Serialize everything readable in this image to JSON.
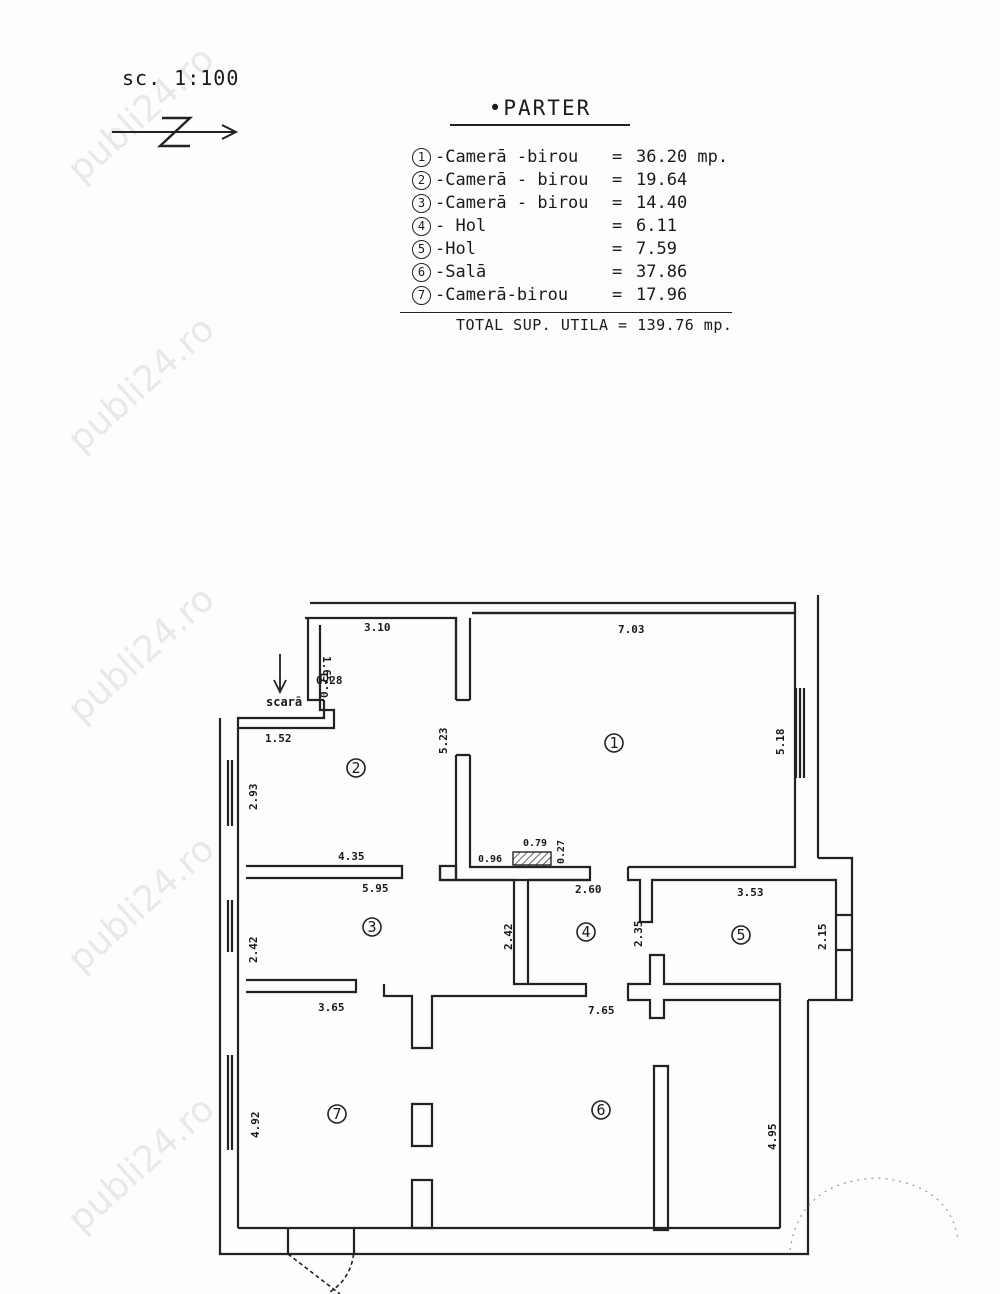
{
  "scale": "sc. 1:100",
  "title": "•PARTER",
  "legend": [
    {
      "num": "1",
      "name": "-Camerā -birou",
      "area": "36.20 mp."
    },
    {
      "num": "2",
      "name": "-Camerā - birou",
      "area": "19.64"
    },
    {
      "num": "3",
      "name": "-Camerā - birou",
      "area": "14.40"
    },
    {
      "num": "4",
      "name": "- Hol",
      "area": "6.11"
    },
    {
      "num": "5",
      "name": "-Hol",
      "area": "7.59"
    },
    {
      "num": "6",
      "name": "-Salā",
      "area": "37.86"
    },
    {
      "num": "7",
      "name": "-Camerā-birou",
      "area": "17.96"
    }
  ],
  "equals": "=",
  "total": "TOTAL SUP. UTILA = 139.76 mp.",
  "watermark": "publi24.ro",
  "plan": {
    "stair_label": "scarā",
    "room_labels": [
      "1",
      "2",
      "3",
      "4",
      "5",
      "6",
      "7"
    ],
    "dimensions": {
      "d_3_10": "3.10",
      "d_7_03": "7.03",
      "d_1_65": "1.65",
      "d_0_28": "0.28",
      "d_0_71": "0.71",
      "d_1_52": "1.52",
      "d_5_23": "5.23",
      "d_5_18": "5.18",
      "d_2_93": "2.93",
      "d_0_79": "0.79",
      "d_0_27": "0.27",
      "d_0_96": "0.96",
      "d_4_35": "4.35",
      "d_5_95": "5.95",
      "d_2_60": "2.60",
      "d_3_53": "3.53",
      "d_2_42a": "2.42",
      "d_2_42b": "2.42",
      "d_2_35": "2.35",
      "d_2_15": "2.15",
      "d_3_65": "3.65",
      "d_7_65": "7.65",
      "d_4_92": "4.92",
      "d_4_95": "4.95"
    }
  }
}
